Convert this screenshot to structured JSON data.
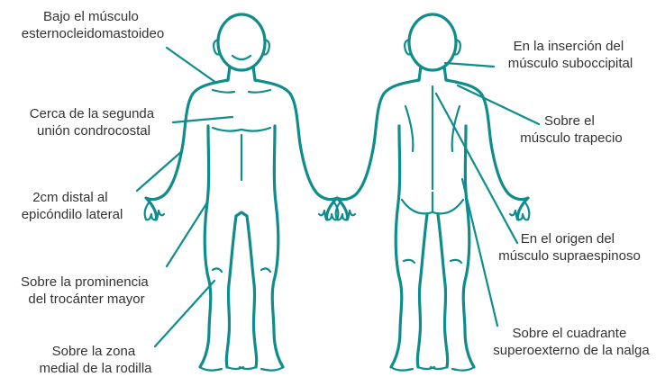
{
  "colors": {
    "figure": "#0f8c8c",
    "text": "#333333",
    "background": "#ffffff"
  },
  "figures": {
    "front": "anterior body outline",
    "back": "posterior body outline"
  },
  "labels": {
    "under_scm": [
      "Bajo el músculo",
      "esternocleidomastoideo"
    ],
    "second_costochondral": [
      "Cerca de la segunda",
      "unión condrocostal"
    ],
    "lateral_epicondyle": [
      "2cm distal al",
      "epicóndilo lateral"
    ],
    "greater_trochanter": [
      "Sobre la prominencia",
      "del trocánter mayor"
    ],
    "medial_knee": [
      "Sobre la zona",
      "medial de la rodilla"
    ],
    "suboccipital": [
      "En la inserción del",
      "músculo suboccipital"
    ],
    "trapezius": [
      "Sobre el",
      "músculo trapecio"
    ],
    "supraspinatus": [
      "En el origen del",
      "músculo supraespinoso"
    ],
    "gluteal": [
      "Sobre el cuadrante",
      "superoexterno de la nalga"
    ]
  }
}
